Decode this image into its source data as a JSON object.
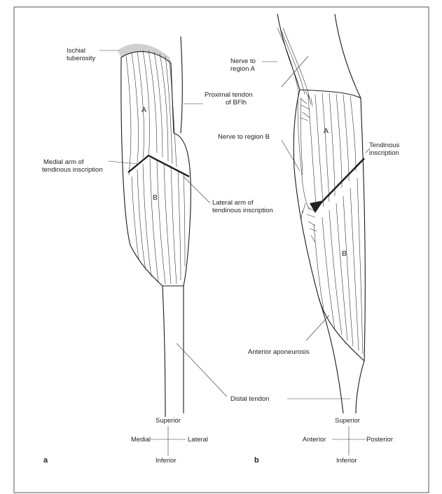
{
  "panels": [
    {
      "id": "a",
      "panel_label": "a",
      "labels": {
        "ischial_tuberosity": [
          "Ischial",
          "tuberosity"
        ],
        "proximal_tendon": [
          "Proximal tendon",
          "of BFlh"
        ],
        "region_a": "A",
        "region_b": "B",
        "medial_arm": [
          "Medial arm of",
          "tendinous inscription"
        ],
        "lateral_arm": [
          "Lateral arm of",
          "tendinous inscription"
        ],
        "distal_tendon": "Distal tendon"
      },
      "orientation": {
        "top": "Superior",
        "left": "Medial",
        "right": "Lateral",
        "bottom": "Inferior"
      }
    },
    {
      "id": "b",
      "panel_label": "b",
      "labels": {
        "nerve_to_region_a": [
          "Nerve to",
          "region A"
        ],
        "nerve_to_region_b": "Nerve to region B",
        "tendinous_inscription": [
          "Tendinous",
          "inscription"
        ],
        "region_a": "A",
        "region_b": "B",
        "anterior_aponeurosis": "Anterior aponeurosis"
      },
      "orientation": {
        "top": "Superior",
        "left": "Anterior",
        "right": "Posterior",
        "bottom": "Inferior"
      }
    }
  ]
}
